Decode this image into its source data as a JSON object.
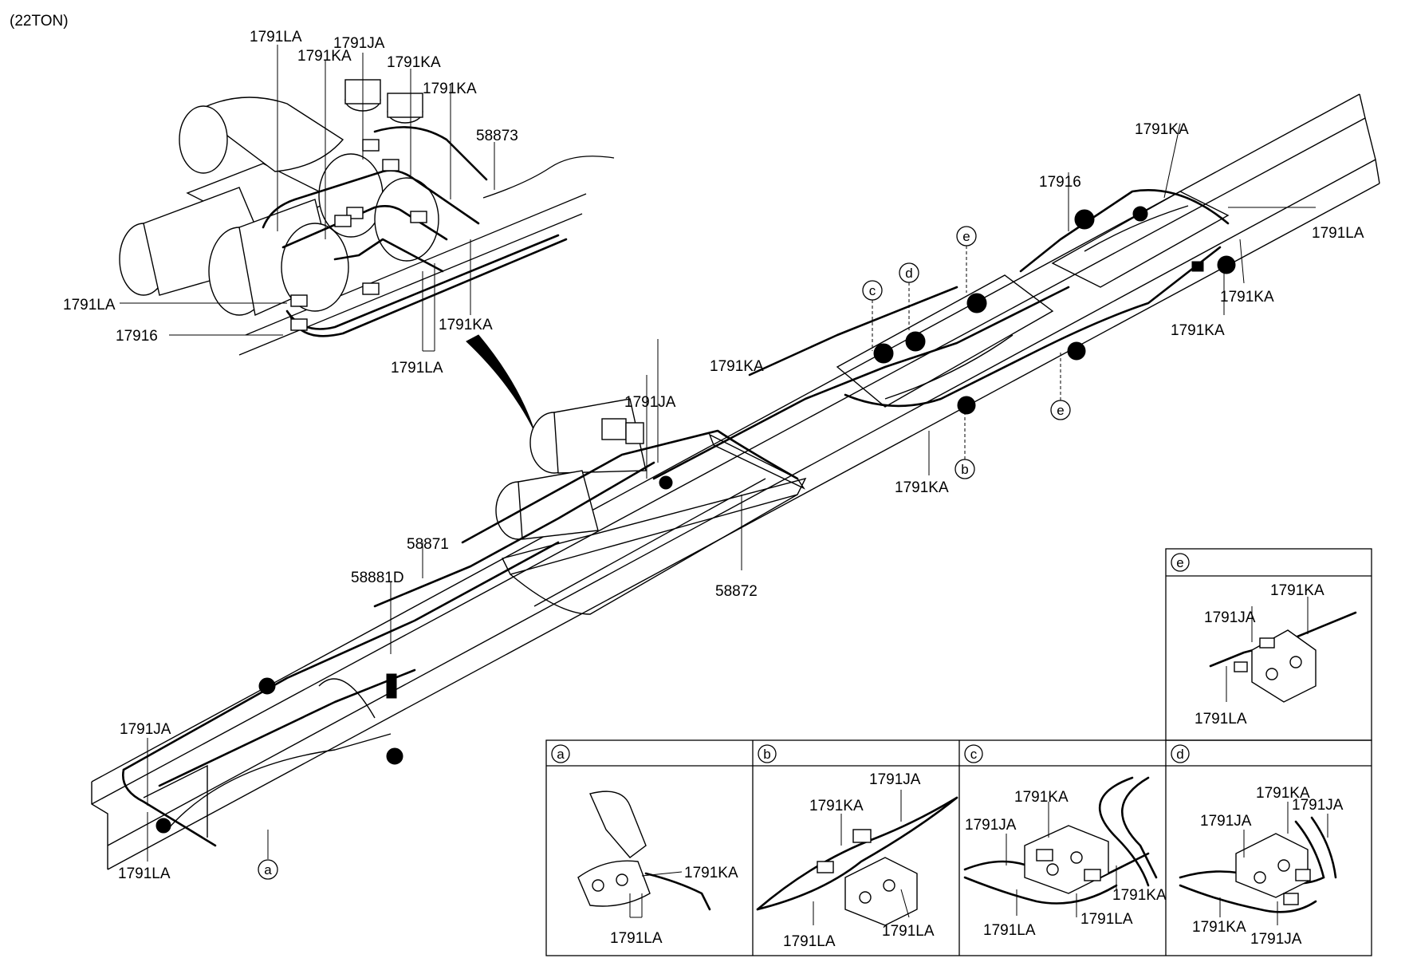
{
  "diagram": {
    "title": "(22TON)",
    "main_labels": [
      "1791LA",
      "1791JA",
      "1791KA",
      "1791KA",
      "1791KA",
      "58873",
      "1791LA",
      "17916",
      "1791KA",
      "1791LA",
      "1791JA",
      "1791KA",
      "58871",
      "58881D",
      "58872",
      "17916",
      "1791KA",
      "1791LA",
      "1791KA",
      "1791KA",
      "1791KA",
      "1791JA",
      "1791LA"
    ],
    "markers": [
      "c",
      "d",
      "e",
      "e",
      "b",
      "a"
    ],
    "details": [
      {
        "letter": "e",
        "labels": [
          "1791KA",
          "1791JA",
          "1791LA"
        ]
      },
      {
        "letter": "a",
        "labels": [
          "1791KA",
          "1791LA"
        ]
      },
      {
        "letter": "b",
        "labels": [
          "1791JA",
          "1791KA",
          "1791LA",
          "1791LA"
        ]
      },
      {
        "letter": "c",
        "labels": [
          "1791KA",
          "1791JA",
          "1791KA",
          "1791LA",
          "1791LA"
        ]
      },
      {
        "letter": "d",
        "labels": [
          "1791KA",
          "1791JA",
          "1791JA",
          "1791KA",
          "1791JA"
        ]
      }
    ]
  }
}
